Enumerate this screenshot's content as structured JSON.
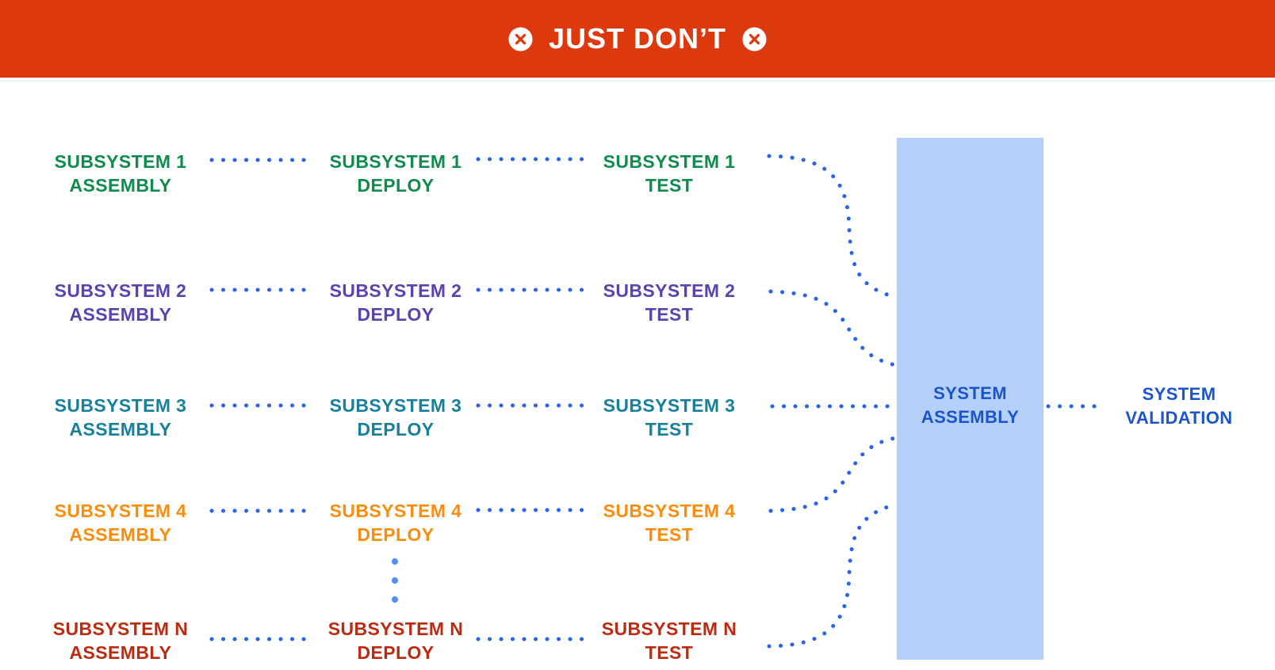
{
  "banner": {
    "title": "JUST DON’T",
    "bg_color": "#DC390E",
    "icon": "x-circle"
  },
  "colors": {
    "connector": "#2A63EB",
    "ellipsis": "#4C8FF7",
    "box_fill": "#B4D0F9",
    "system_label": "#1B55CB",
    "banner_text": "#FFFFFF"
  },
  "rows": [
    {
      "name": "Subsystem 1",
      "color": "#0E8B4D",
      "cells": [
        {
          "line1": "SUBSYSTEM 1",
          "line2": "ASSEMBLY"
        },
        {
          "line1": "SUBSYSTEM 1",
          "line2": "DEPLOY"
        },
        {
          "line1": "SUBSYSTEM 1",
          "line2": "TEST"
        }
      ]
    },
    {
      "name": "Subsystem 2",
      "color": "#5A43B0",
      "cells": [
        {
          "line1": "SUBSYSTEM 2",
          "line2": "ASSEMBLY"
        },
        {
          "line1": "SUBSYSTEM 2",
          "line2": "DEPLOY"
        },
        {
          "line1": "SUBSYSTEM 2",
          "line2": "TEST"
        }
      ]
    },
    {
      "name": "Subsystem 3",
      "color": "#17809B",
      "cells": [
        {
          "line1": "SUBSYSTEM 3",
          "line2": "ASSEMBLY"
        },
        {
          "line1": "SUBSYSTEM 3",
          "line2": "DEPLOY"
        },
        {
          "line1": "SUBSYSTEM 3",
          "line2": "TEST"
        }
      ]
    },
    {
      "name": "Subsystem 4",
      "color": "#FB8C0D",
      "cells": [
        {
          "line1": "SUBSYSTEM 4",
          "line2": "ASSEMBLY"
        },
        {
          "line1": "SUBSYSTEM 4",
          "line2": "DEPLOY"
        },
        {
          "line1": "SUBSYSTEM 4",
          "line2": "TEST"
        }
      ]
    },
    {
      "name": "Subsystem N",
      "color": "#BB2B10",
      "cells": [
        {
          "line1": "SUBSYSTEM N",
          "line2": "ASSEMBLY"
        },
        {
          "line1": "SUBSYSTEM N",
          "line2": "DEPLOY"
        },
        {
          "line1": "SUBSYSTEM N",
          "line2": "TEST"
        }
      ]
    }
  ],
  "more_rows_indicator": "vertical-ellipsis",
  "system_assembly": {
    "line1": "SYSTEM",
    "line2": "ASSEMBLY"
  },
  "system_validation": {
    "line1": "SYSTEM",
    "line2": "VALIDATION"
  }
}
